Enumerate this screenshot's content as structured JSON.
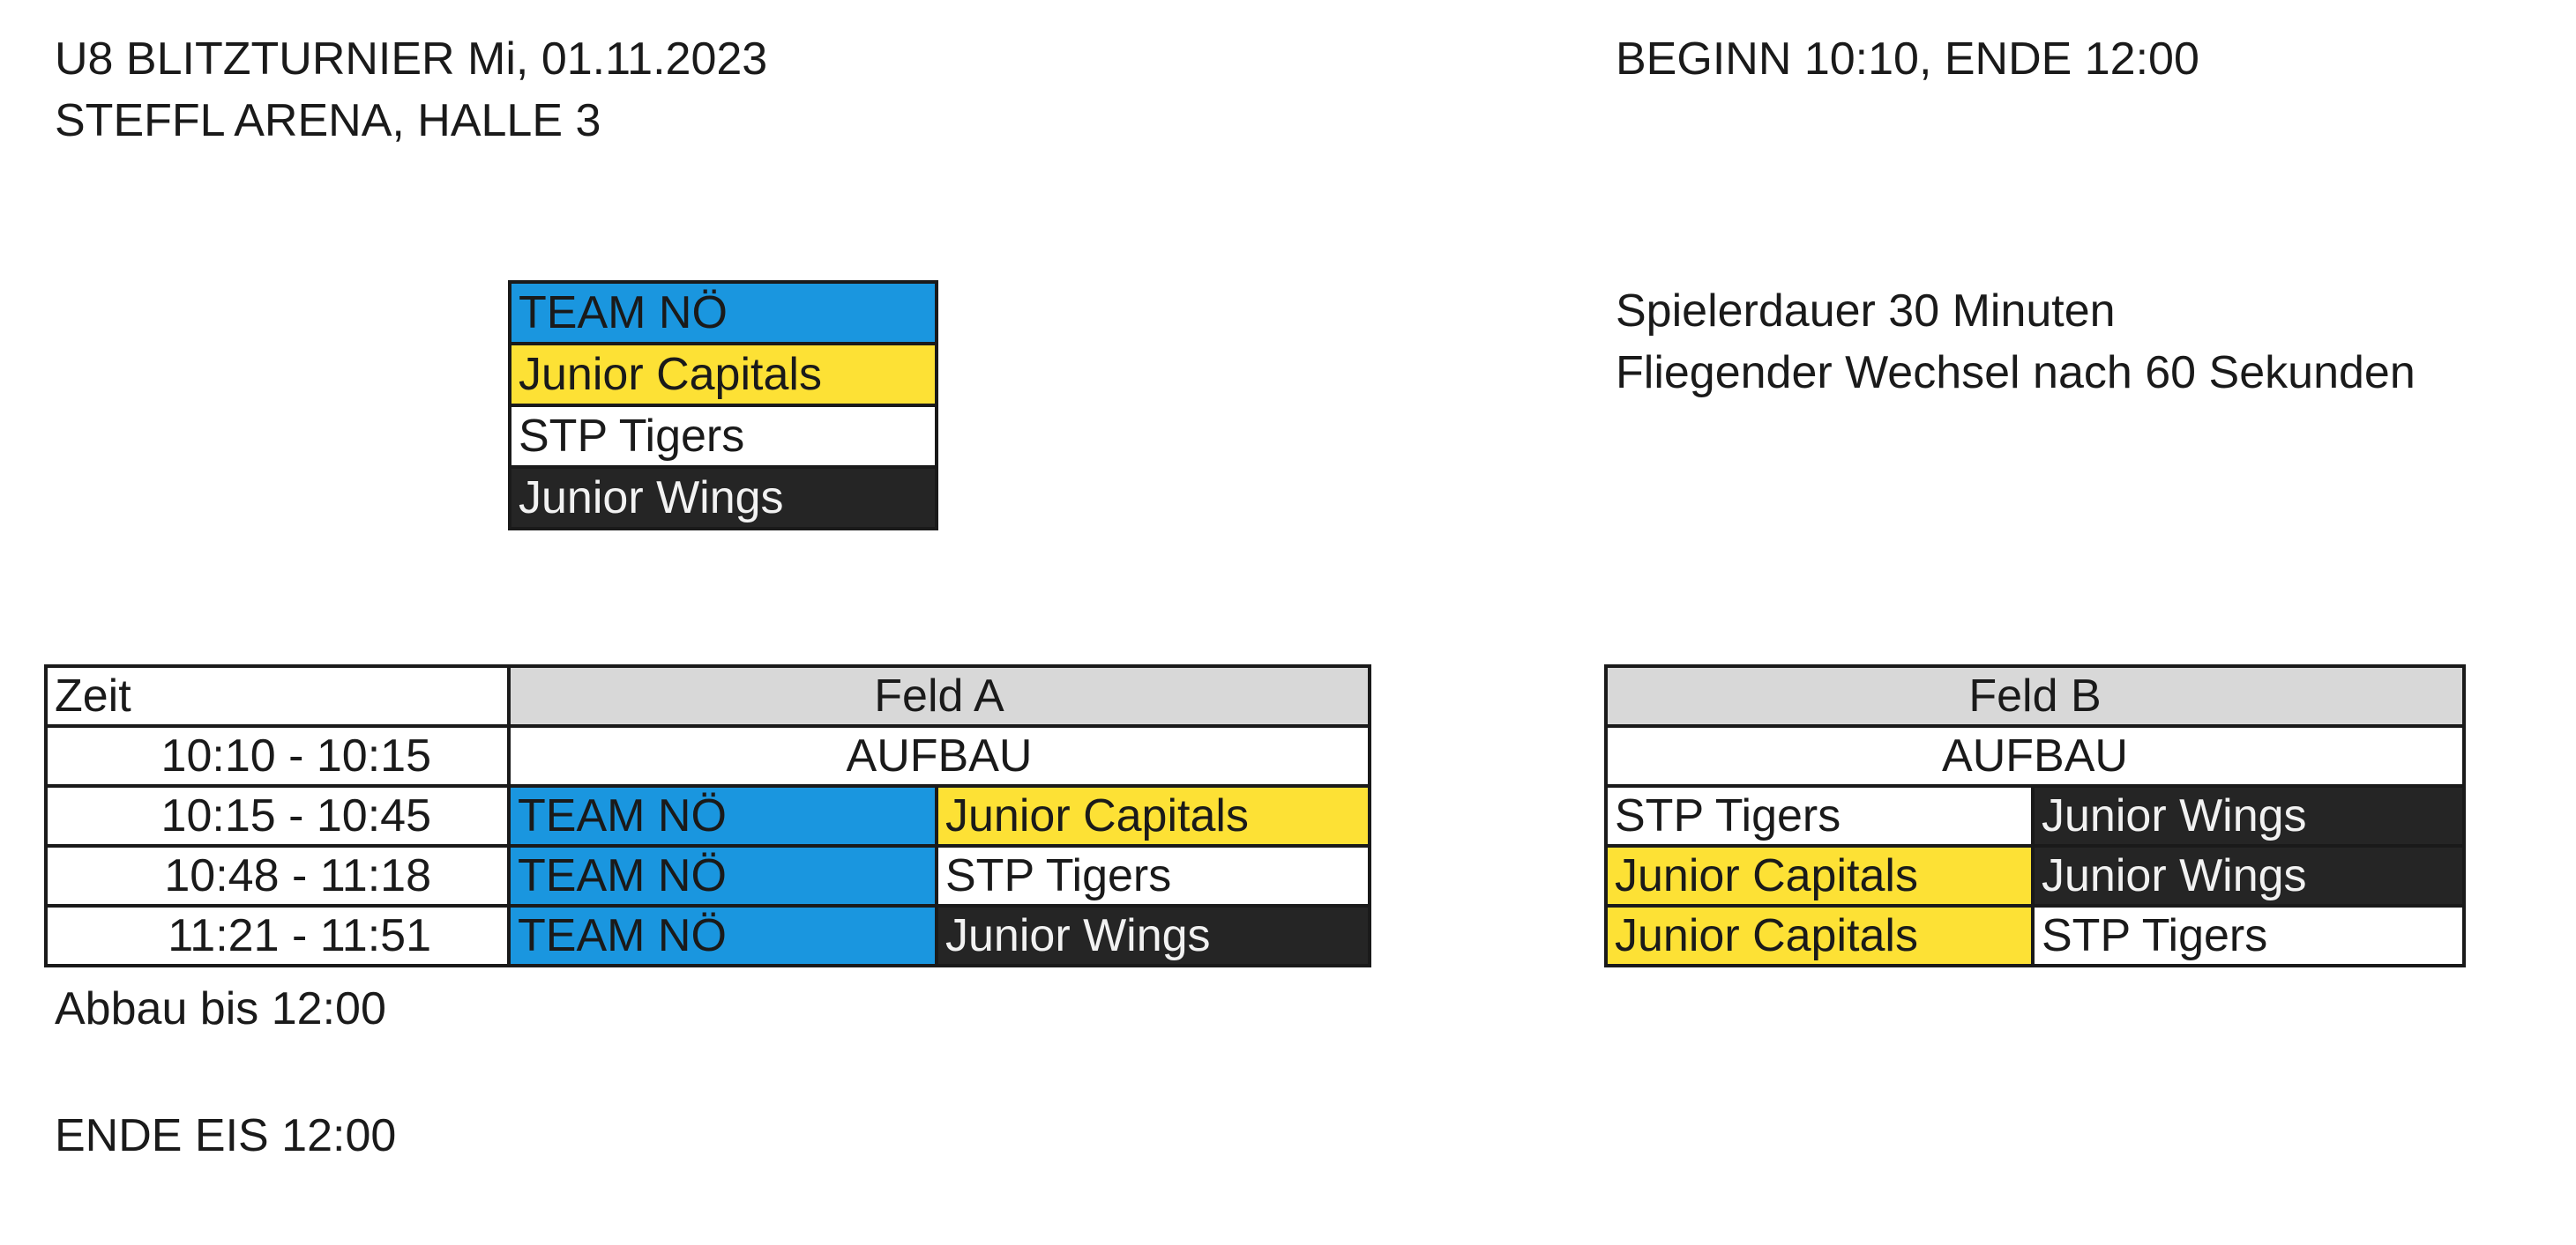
{
  "header": {
    "line1": "U8 BLITZTURNIER Mi, 01.11.2023",
    "line2": "STEFFL ARENA, HALLE 3",
    "time_range": "BEGINN 10:10, ENDE 12:00"
  },
  "rules": {
    "line1": "Spielerdauer 30 Minuten",
    "line2": "Fliegender Wechsel nach 60 Sekunden"
  },
  "colors": {
    "team_noe": "#1a96df",
    "junior_capitals": "#fde135",
    "stp_tigers": "#ffffff",
    "junior_wings": "#252525",
    "header_grey": "#d8d8d8"
  },
  "teams": [
    "TEAM NÖ",
    "Junior Capitals",
    "STP Tigers",
    "Junior Wings"
  ],
  "feld_a": {
    "time_header": "Zeit",
    "title": "Feld A",
    "setup_time": "10:10 - 10:15",
    "setup_label": "AUFBAU",
    "games": [
      {
        "time": "10:15 - 10:45",
        "home": "TEAM NÖ",
        "away": "Junior Capitals"
      },
      {
        "time": "10:48 - 11:18",
        "home": "TEAM NÖ",
        "away": "STP Tigers"
      },
      {
        "time": "11:21 - 11:51",
        "home": "TEAM NÖ",
        "away": "Junior Wings"
      }
    ]
  },
  "feld_b": {
    "title": "Feld B",
    "setup_label": "AUFBAU",
    "games": [
      {
        "home": "STP Tigers",
        "away": "Junior Wings"
      },
      {
        "home": "Junior Capitals",
        "away": "Junior Wings"
      },
      {
        "home": "Junior Capitals",
        "away": "STP Tigers"
      }
    ]
  },
  "footer": {
    "teardown": "Abbau bis 12:00",
    "end_ice": "ENDE EIS 12:00"
  }
}
